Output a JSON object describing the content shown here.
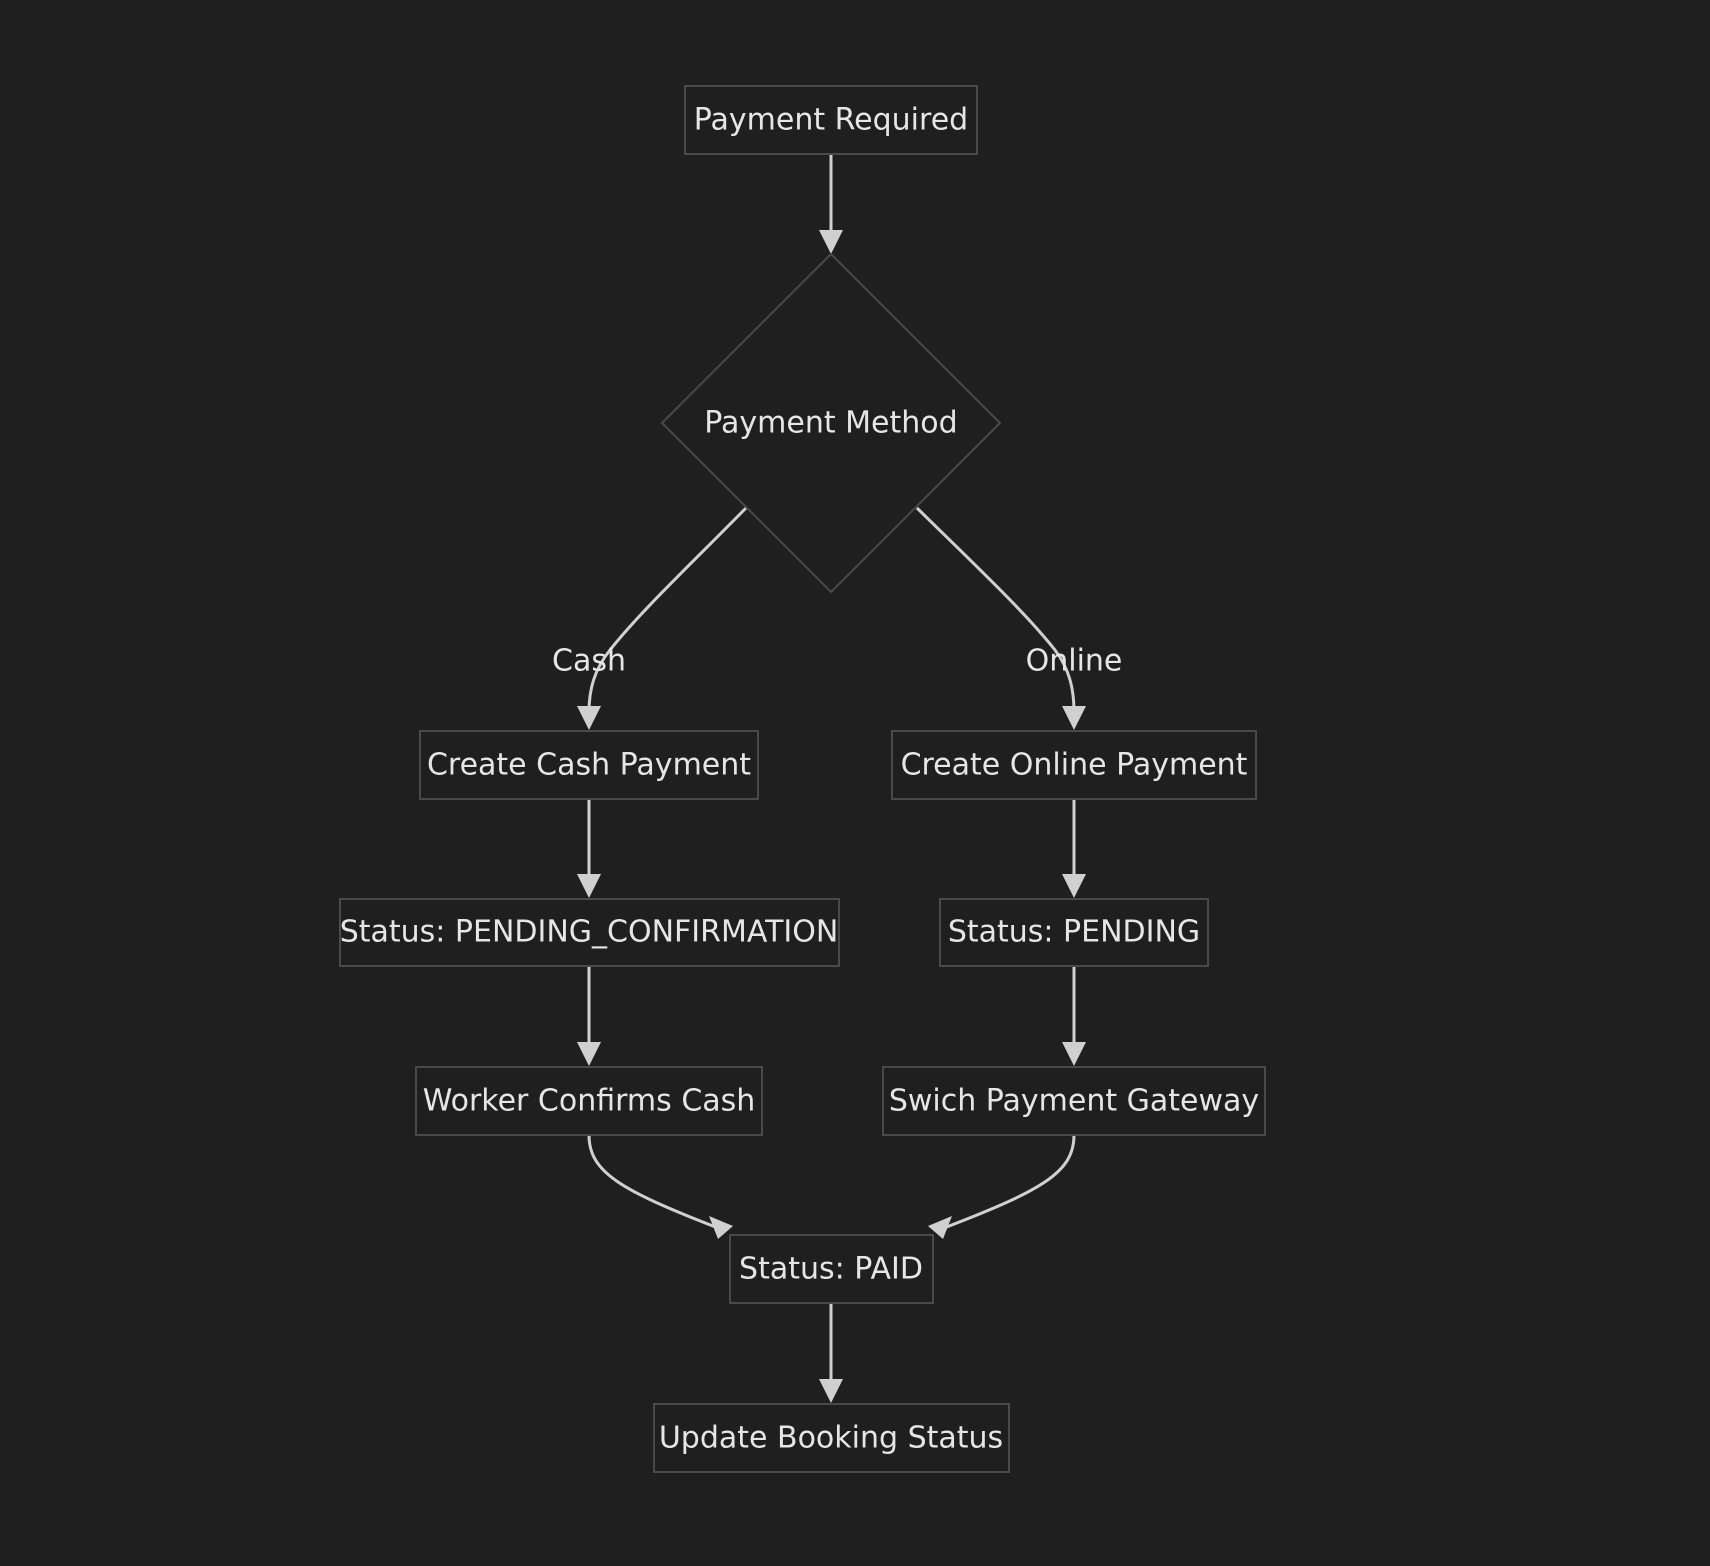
{
  "diagram": {
    "colors": {
      "background": "#1f1f1f",
      "node_border": "#4a4a4a",
      "text": "#e6e6e6",
      "edge": "#d0d0d0"
    },
    "nodes": {
      "payment_required": "Payment Required",
      "payment_method": "Payment Method",
      "create_cash_payment": "Create Cash Payment",
      "create_online_payment": "Create Online Payment",
      "status_pending_confirmation": "Status: PENDING_CONFIRMATION",
      "status_pending": "Status: PENDING",
      "worker_confirms_cash": "Worker Confirms Cash",
      "swich_payment_gateway": "Swich Payment Gateway",
      "status_paid": "Status: PAID",
      "update_booking_status": "Update Booking Status"
    },
    "edge_labels": {
      "cash": "Cash",
      "online": "Online"
    },
    "edges": [
      {
        "from": "Payment Required",
        "to": "Payment Method"
      },
      {
        "from": "Payment Method",
        "to": "Create Cash Payment",
        "label": "Cash"
      },
      {
        "from": "Payment Method",
        "to": "Create Online Payment",
        "label": "Online"
      },
      {
        "from": "Create Cash Payment",
        "to": "Status: PENDING_CONFIRMATION"
      },
      {
        "from": "Status: PENDING_CONFIRMATION",
        "to": "Worker Confirms Cash"
      },
      {
        "from": "Create Online Payment",
        "to": "Status: PENDING"
      },
      {
        "from": "Status: PENDING",
        "to": "Swich Payment Gateway"
      },
      {
        "from": "Worker Confirms Cash",
        "to": "Status: PAID"
      },
      {
        "from": "Swich Payment Gateway",
        "to": "Status: PAID"
      },
      {
        "from": "Status: PAID",
        "to": "Update Booking Status"
      }
    ]
  }
}
